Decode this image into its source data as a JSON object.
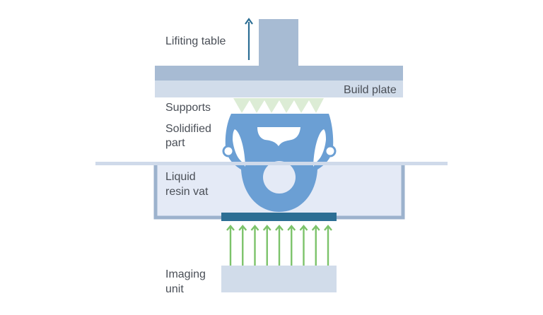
{
  "diagram": {
    "title": "Bottom-up vat photopolymerization (DLP) 3D printer",
    "labels": {
      "lifting_table": "Lifiting table",
      "build_plate": "Build plate",
      "supports": "Supports",
      "solidified_part_line1": "Solidified",
      "solidified_part_line2": "part",
      "resin_vat_line1": "Liquid",
      "resin_vat_line2": "resin vat",
      "imaging_unit_line1": "Imaging",
      "imaging_unit_line2": "unit"
    },
    "components": [
      {
        "id": "lifting-table",
        "label": "Lifiting table",
        "motion": "up"
      },
      {
        "id": "build-plate",
        "label": "Build plate"
      },
      {
        "id": "supports",
        "label": "Supports",
        "count": 6
      },
      {
        "id": "solidified-part",
        "label": "Solidified part"
      },
      {
        "id": "resin-vat",
        "label": "Liquid resin vat"
      },
      {
        "id": "vat-window",
        "label": ""
      },
      {
        "id": "light-rays",
        "count": 9,
        "direction": "up"
      },
      {
        "id": "imaging-unit",
        "label": "Imaging unit"
      }
    ],
    "icons": {
      "lift_arrow": "arrow-up-icon",
      "light_ray": "arrow-up-icon"
    },
    "colors": {
      "lifting_table": "#a7bbd3",
      "build_plate": "#d1dcea",
      "supports": "#dcecd5",
      "part": "#6b9fd4",
      "vat_fill": "#e4eaf6",
      "vat_border": "#9cb2cd",
      "resin_surface": "#cfdaea",
      "window": "#2c6e94",
      "light_rays": "#7cc36a",
      "lift_arrow": "#2c6e94",
      "imaging_unit": "#d1dcea",
      "text": "#4a4f57"
    }
  }
}
